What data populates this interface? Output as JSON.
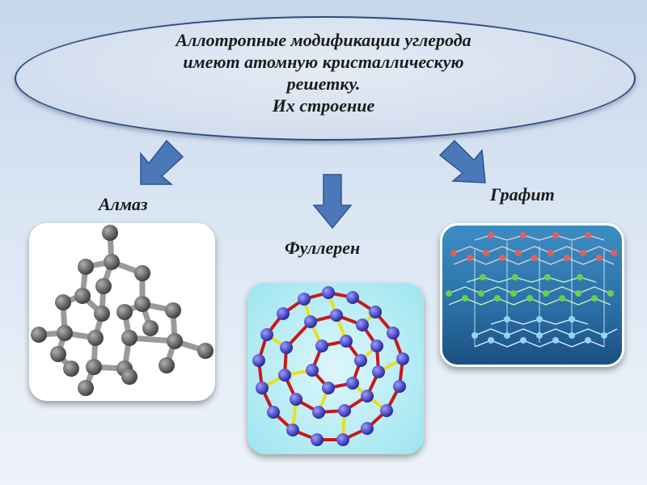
{
  "header": {
    "lines": [
      "Аллотропные  модификации  углерода",
      "имеют атомную кристаллическую",
      "решетку.",
      "Их строение"
    ]
  },
  "labels": {
    "diamond": "Алмаз",
    "fullerene": "Фуллерен",
    "graphite": "Графит"
  },
  "colors": {
    "arrow": "#4a78b8",
    "diamond_atom": "#555555",
    "fullerene_atom": "#3a3ac8",
    "fullerene_bond_red": "#c81818",
    "fullerene_bond_yellow": "#e8e020",
    "graphite_layer_top": "#e88080",
    "graphite_layer_mid": "#80e060",
    "graphite_layer_bottom": "#80c8f0"
  },
  "icons": [
    "arrow-down-left-icon",
    "arrow-down-icon",
    "arrow-down-right-icon"
  ]
}
